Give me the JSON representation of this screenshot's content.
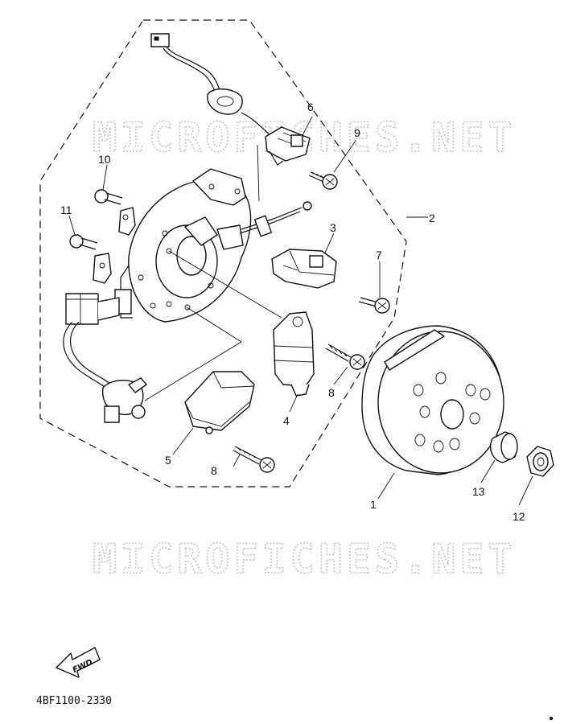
{
  "watermark": {
    "text": "MICROFICHES.NET"
  },
  "callouts": {
    "c1": "1",
    "c2": "2",
    "c3": "3",
    "c4": "4",
    "c5": "5",
    "c6": "6",
    "c7": "7",
    "c8a": "8",
    "c8b": "8",
    "c9": "9",
    "c10": "10",
    "c11": "11",
    "c12": "12",
    "c13": "13"
  },
  "fwd_label": "FWD",
  "diagram_code": "4BF1100-2330",
  "colors": {
    "ink": "#111111",
    "watermark": "#c4c4c4",
    "paper": "#ffffff"
  }
}
